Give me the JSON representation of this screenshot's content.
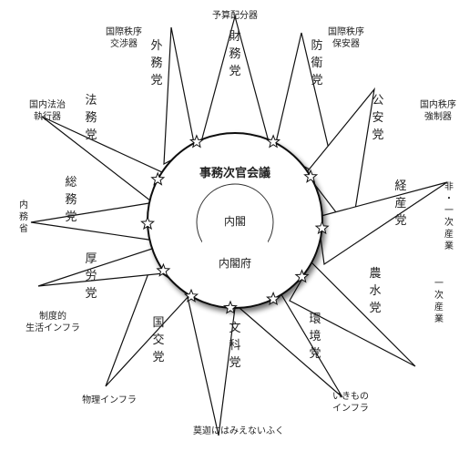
{
  "center": {
    "ring_title": "事務次官会議",
    "inner_label": "内閣",
    "outer_label": "内閣府"
  },
  "parties": [
    {
      "key": "zaimu",
      "name": "財務党",
      "caption": "予算配分器"
    },
    {
      "key": "boei",
      "name": "防衛党",
      "caption": "国際秩序\n保安器"
    },
    {
      "key": "koan",
      "name": "公安党",
      "caption": "国内秩序\n強制器"
    },
    {
      "key": "keizai",
      "name": "経産党",
      "caption": "非・一次産業"
    },
    {
      "key": "nosui",
      "name": "農水党",
      "caption": "一次産業"
    },
    {
      "key": "kankyo",
      "name": "環境党",
      "caption": "いきもの\nインフラ"
    },
    {
      "key": "monka",
      "name": "文科党",
      "caption": "莫迦にはみえないふく"
    },
    {
      "key": "kokko",
      "name": "国交党",
      "caption": "物理インフラ"
    },
    {
      "key": "korou",
      "name": "厚労党",
      "caption": "制度的\n生活インフラ"
    },
    {
      "key": "somu",
      "name": "総務党",
      "caption": "内務省"
    },
    {
      "key": "homu",
      "name": "法務党",
      "caption": "国内法治\n執行器"
    },
    {
      "key": "gaimu",
      "name": "外務党",
      "caption": "国際秩序\n交渉器"
    }
  ]
}
